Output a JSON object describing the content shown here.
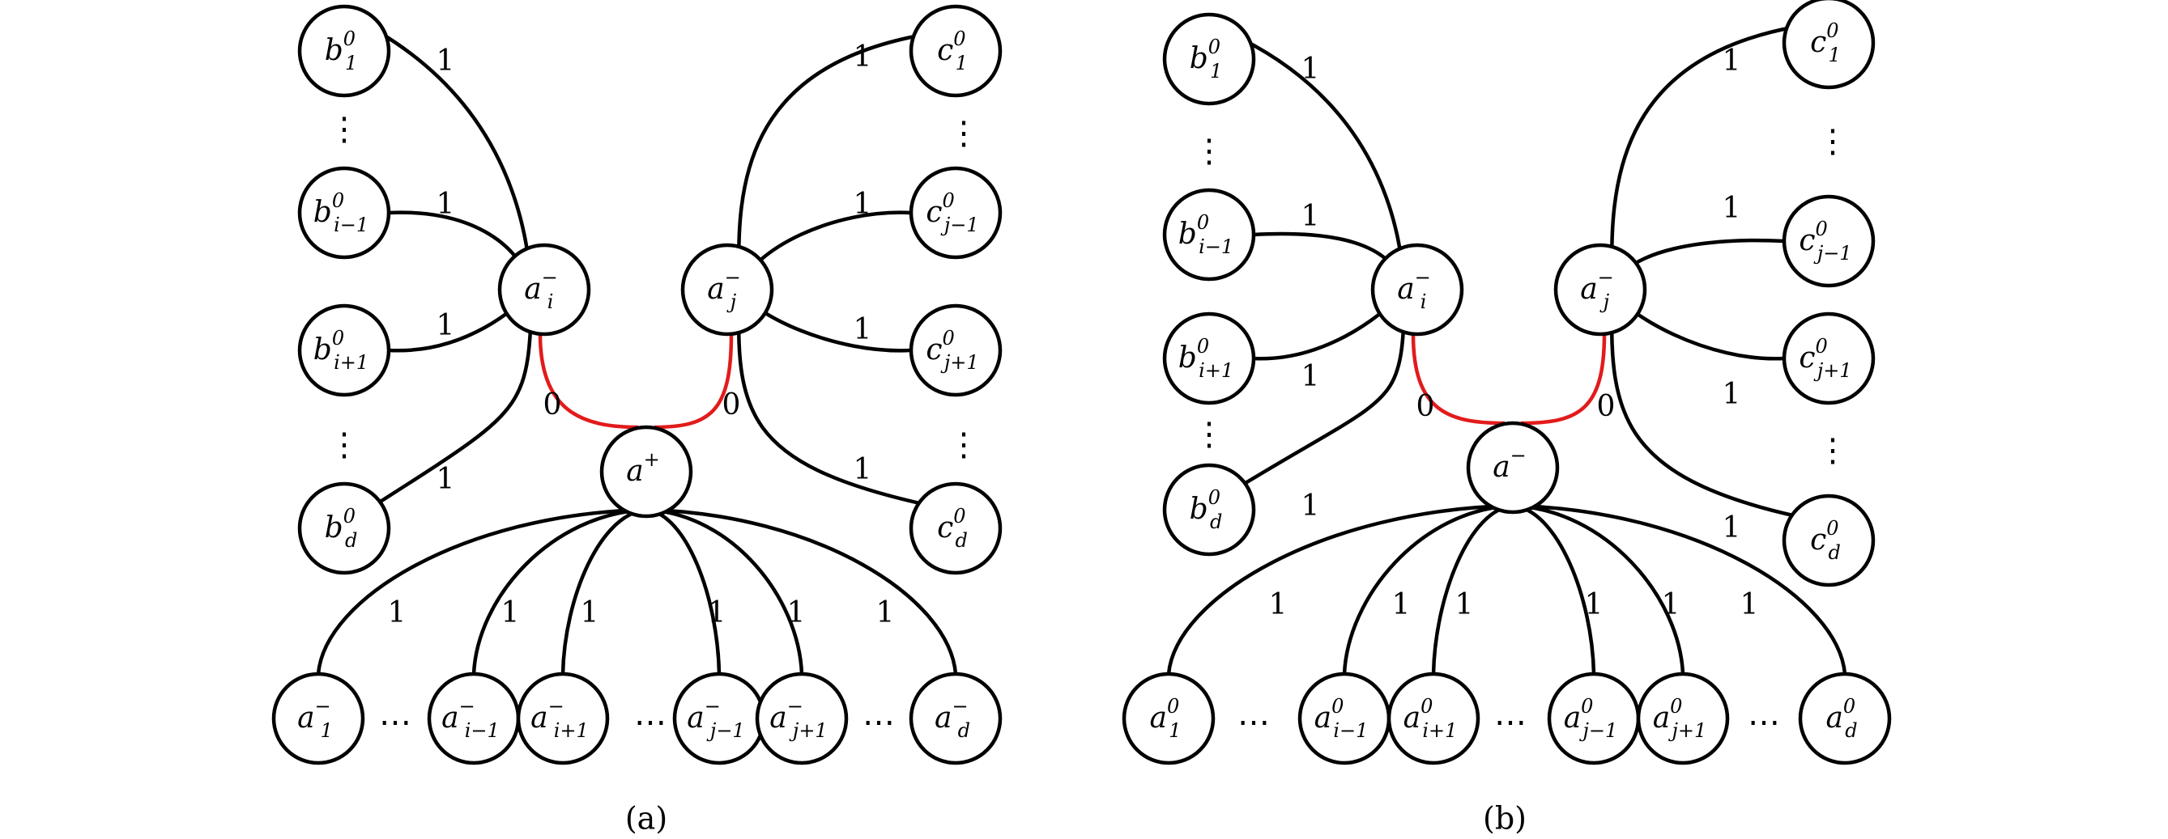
{
  "colors": {
    "edge": "#000000",
    "highlight_edge": "#e21b1b",
    "node_fill": "#ffffff"
  },
  "panels": [
    {
      "caption": "(a)",
      "nodes": {
        "b1": {
          "base": "b",
          "sup": "0",
          "sub": "1"
        },
        "bi1": {
          "base": "b",
          "sup": "0",
          "sub": "i−1"
        },
        "bi2": {
          "base": "b",
          "sup": "0",
          "sub": "i+1"
        },
        "bd": {
          "base": "b",
          "sup": "0",
          "sub": "d"
        },
        "c1": {
          "base": "c",
          "sup": "0",
          "sub": "1"
        },
        "cj1": {
          "base": "c",
          "sup": "0",
          "sub": "j−1"
        },
        "cj2": {
          "base": "c",
          "sup": "0",
          "sub": "j+1"
        },
        "cd": {
          "base": "c",
          "sup": "0",
          "sub": "d"
        },
        "ai": {
          "base": "a",
          "sup": "−",
          "sub": "i"
        },
        "aj": {
          "base": "a",
          "sup": "−",
          "sub": "j"
        },
        "ac": {
          "base": "a",
          "sup": "+",
          "sub": ""
        },
        "a1": {
          "base": "a",
          "sup": "−",
          "sub": "1"
        },
        "aim": {
          "base": "a",
          "sup": "−",
          "sub": "i−1"
        },
        "aip": {
          "base": "a",
          "sup": "−",
          "sub": "i+1"
        },
        "ajm": {
          "base": "a",
          "sup": "−",
          "sub": "j−1"
        },
        "ajp": {
          "base": "a",
          "sup": "−",
          "sub": "j+1"
        },
        "ad": {
          "base": "a",
          "sup": "−",
          "sub": "d"
        }
      },
      "weights": {
        "b1": "1",
        "bi1": "1",
        "bi2": "1",
        "bd": "1",
        "c1": "1",
        "cj1": "1",
        "cj2": "1",
        "cd": "1",
        "red_left": "0",
        "red_right": "0",
        "a1": "1",
        "aim": "1",
        "aip": "1",
        "ajm": "1",
        "ajp": "1",
        "ad": "1"
      },
      "dots": {
        "horizontal": "⋯",
        "vertical": "⋮"
      }
    },
    {
      "caption": "(b)",
      "nodes": {
        "b1": {
          "base": "b",
          "sup": "0",
          "sub": "1"
        },
        "bi1": {
          "base": "b",
          "sup": "0",
          "sub": "i−1"
        },
        "bi2": {
          "base": "b",
          "sup": "0",
          "sub": "i+1"
        },
        "bd": {
          "base": "b",
          "sup": "0",
          "sub": "d"
        },
        "c1": {
          "base": "c",
          "sup": "0",
          "sub": "1"
        },
        "cj1": {
          "base": "c",
          "sup": "0",
          "sub": "j−1"
        },
        "cj2": {
          "base": "c",
          "sup": "0",
          "sub": "j+1"
        },
        "cd": {
          "base": "c",
          "sup": "0",
          "sub": "d"
        },
        "ai": {
          "base": "a",
          "sup": "−",
          "sub": "i"
        },
        "aj": {
          "base": "a",
          "sup": "−",
          "sub": "j"
        },
        "ac": {
          "base": "a",
          "sup": "−",
          "sub": ""
        },
        "a1": {
          "base": "a",
          "sup": "0",
          "sub": "1"
        },
        "aim": {
          "base": "a",
          "sup": "0",
          "sub": "i−1"
        },
        "aip": {
          "base": "a",
          "sup": "0",
          "sub": "i+1"
        },
        "ajm": {
          "base": "a",
          "sup": "0",
          "sub": "j−1"
        },
        "ajp": {
          "base": "a",
          "sup": "0",
          "sub": "j+1"
        },
        "ad": {
          "base": "a",
          "sup": "0",
          "sub": "d"
        }
      },
      "weights": {
        "b1": "1",
        "bi1": "1",
        "bi2": "1",
        "bd": "1",
        "c1": "1",
        "cj1": "1",
        "cj2": "1",
        "cd": "1",
        "red_left": "0",
        "red_right": "0",
        "a1": "1",
        "aim": "1",
        "aip": "1",
        "ajm": "1",
        "ajp": "1",
        "ad": "1"
      },
      "dots": {
        "horizontal": "⋯",
        "vertical": "⋮"
      }
    }
  ]
}
